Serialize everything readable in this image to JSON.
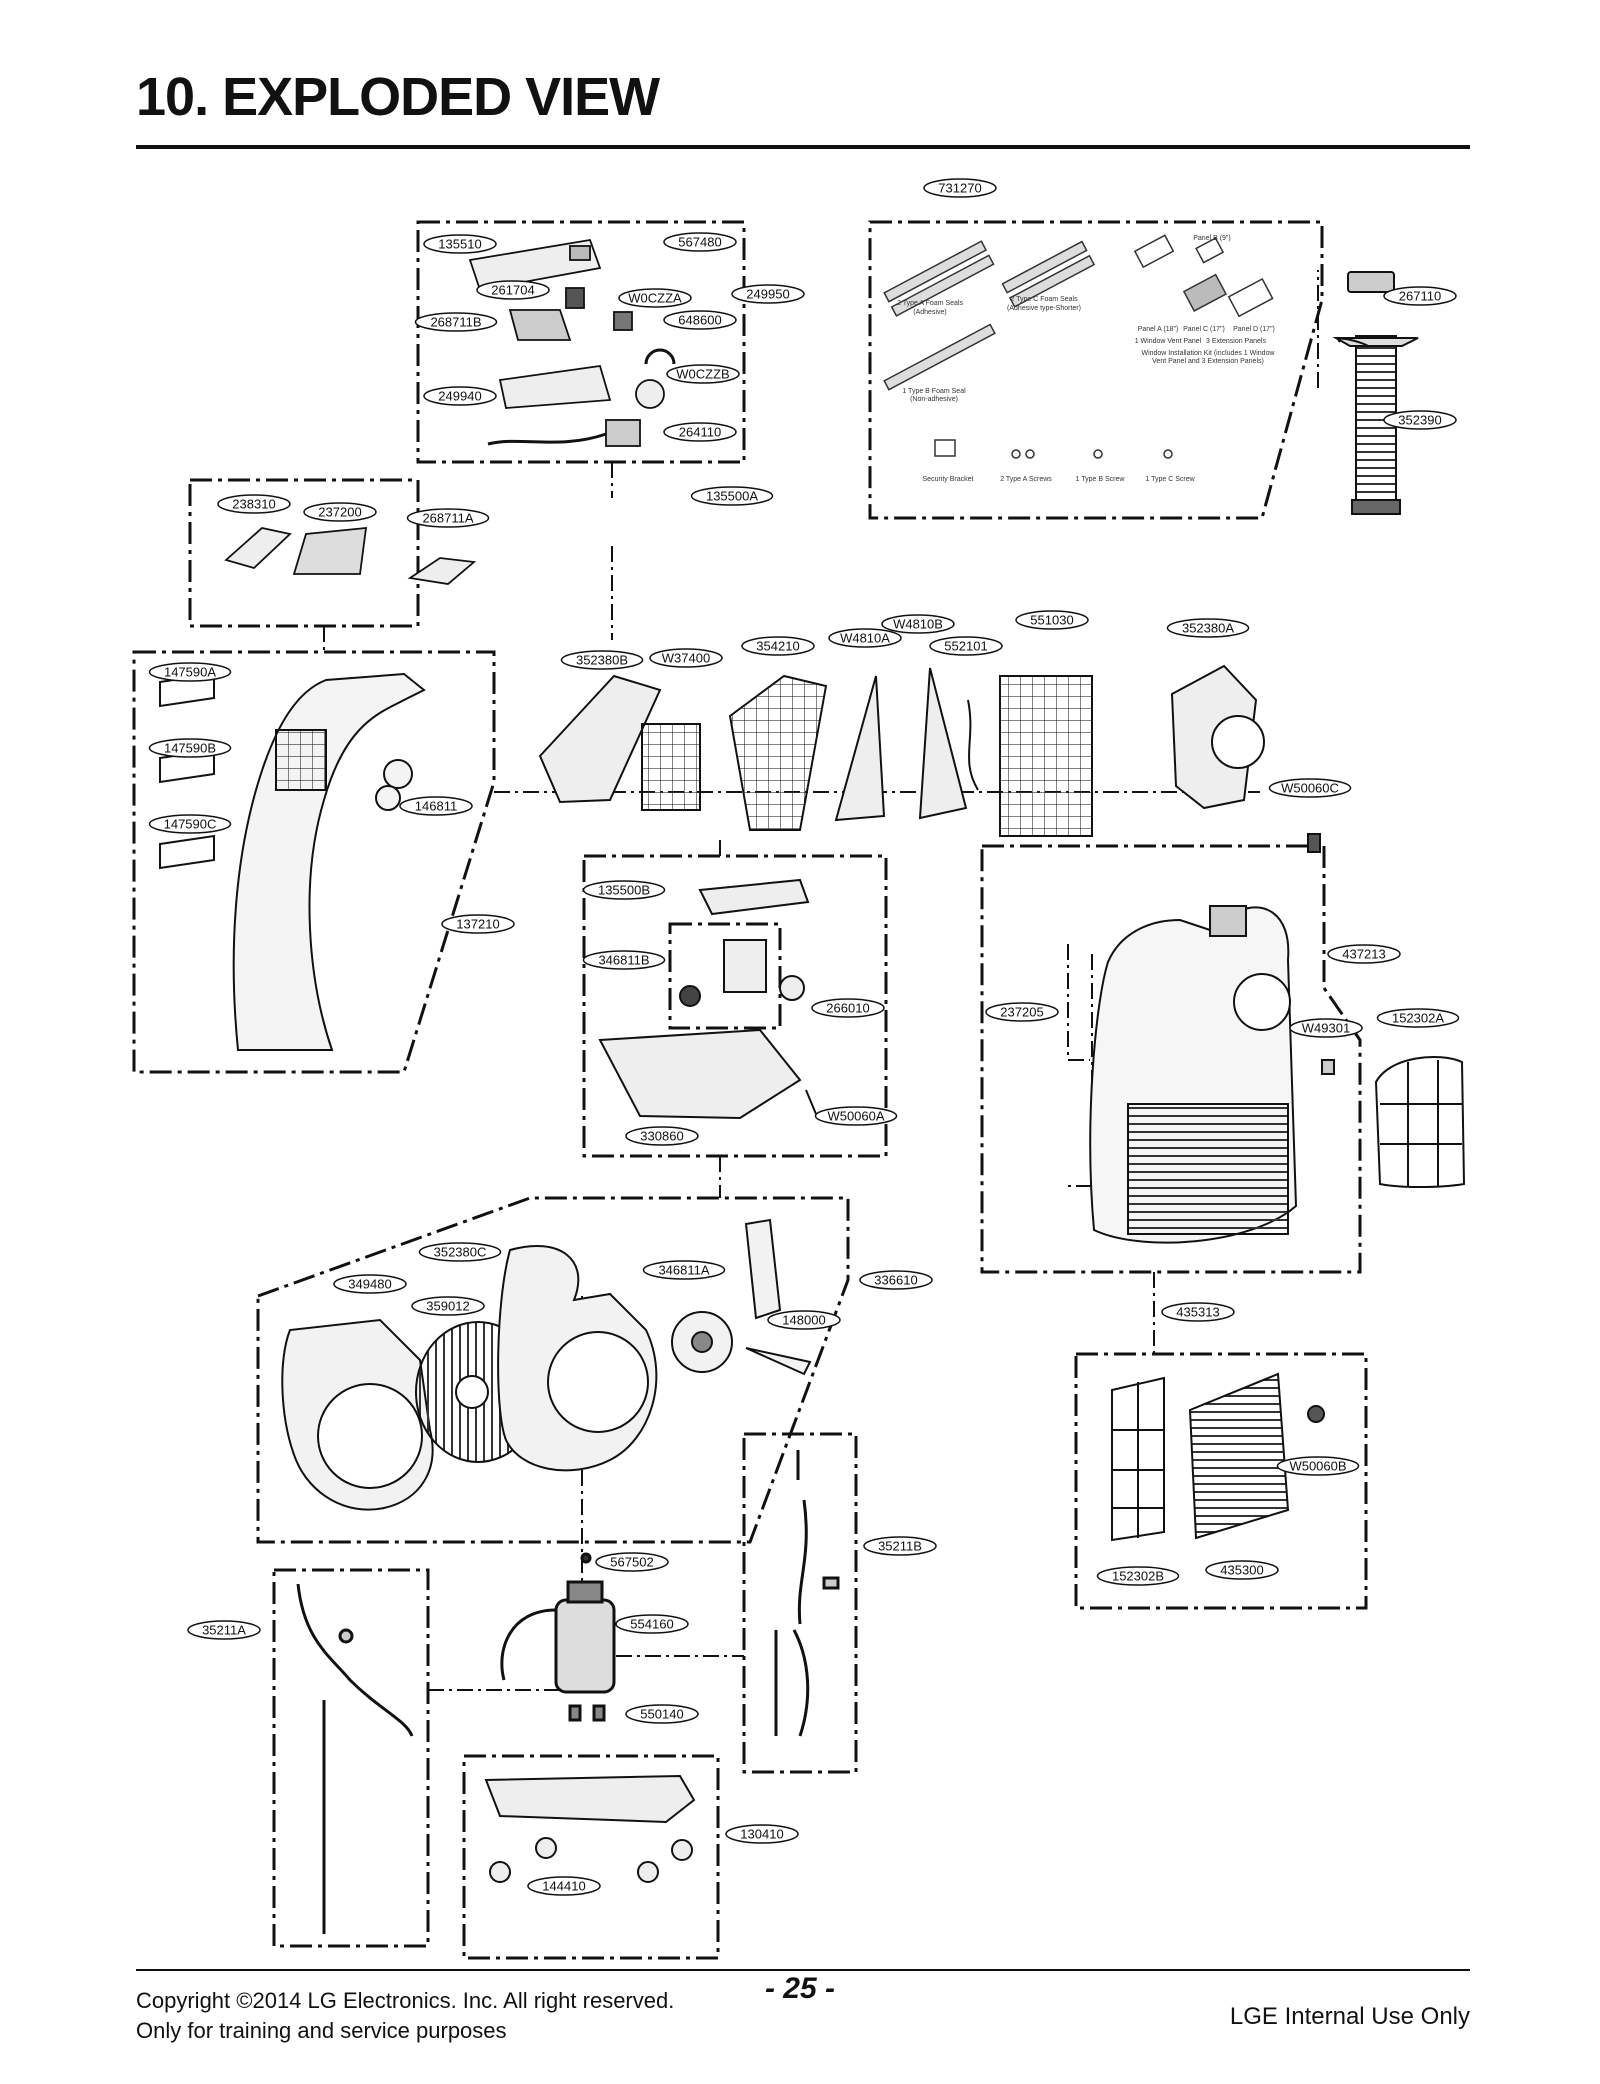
{
  "header": {
    "title": "10. EXPLODED VIEW"
  },
  "parts": [
    {
      "id": "731270"
    },
    {
      "id": "135510"
    },
    {
      "id": "567480"
    },
    {
      "id": "261704"
    },
    {
      "id": "W0CZZA"
    },
    {
      "id": "249950"
    },
    {
      "id": "268711B"
    },
    {
      "id": "648600"
    },
    {
      "id": "W0CZZB"
    },
    {
      "id": "249940"
    },
    {
      "id": "264110"
    },
    {
      "id": "267110"
    },
    {
      "id": "352390"
    },
    {
      "id": "238310"
    },
    {
      "id": "237200"
    },
    {
      "id": "268711A"
    },
    {
      "id": "135500A"
    },
    {
      "id": "W4810B"
    },
    {
      "id": "551030"
    },
    {
      "id": "352380A"
    },
    {
      "id": "W4810A"
    },
    {
      "id": "352380B"
    },
    {
      "id": "W37400"
    },
    {
      "id": "354210"
    },
    {
      "id": "552101"
    },
    {
      "id": "147590A"
    },
    {
      "id": "147590B"
    },
    {
      "id": "146811"
    },
    {
      "id": "147590C"
    },
    {
      "id": "W50060C"
    },
    {
      "id": "135500B"
    },
    {
      "id": "137210"
    },
    {
      "id": "346811B"
    },
    {
      "id": "437213"
    },
    {
      "id": "266010"
    },
    {
      "id": "237205"
    },
    {
      "id": "152302A"
    },
    {
      "id": "W49301"
    },
    {
      "id": "W50060A"
    },
    {
      "id": "330860"
    },
    {
      "id": "352380C"
    },
    {
      "id": "346811A"
    },
    {
      "id": "336610"
    },
    {
      "id": "349480"
    },
    {
      "id": "359012"
    },
    {
      "id": "148000"
    },
    {
      "id": "435313"
    },
    {
      "id": "W50060B"
    },
    {
      "id": "35211B"
    },
    {
      "id": "567502"
    },
    {
      "id": "152302B"
    },
    {
      "id": "435300"
    },
    {
      "id": "35211A"
    },
    {
      "id": "554160"
    },
    {
      "id": "550140"
    },
    {
      "id": "130410"
    },
    {
      "id": "144410"
    }
  ],
  "kit": {
    "seal_a": "2 Type A Foam Seals",
    "seal_a_sub": "(Adhesive)",
    "seal_c": "2 Type C Foam Seals",
    "seal_c_sub": "(Adhesive type-Shorter)",
    "seal_b": "1 Type B Foam Seal",
    "seal_b_sub": "(Non-adhesive)",
    "panel_b": "Panel B (9\")",
    "panel_a": "Panel A (18\")",
    "panel_c": "Panel C (17\")",
    "panel_d": "Panel D (17\")",
    "vent_panel": "1 Window Vent Panel",
    "ext_panels": "3 Extension Panels",
    "install_kit_1": "Window Installation Kit (includes 1 Window",
    "install_kit_2": "Vent Panel and 3 Extension Panels)",
    "bracket": "Security Bracket",
    "screws_a": "2 Type A Screws",
    "screw_b": "1 Type B Screw",
    "screw_c": "1 Type C Screw"
  },
  "footer": {
    "copyright": "Copyright ©2014 LG Electronics. Inc. All right reserved.",
    "training": "Only for training and service purposes",
    "page": "- 25 -",
    "internal": "LGE Internal Use Only"
  }
}
